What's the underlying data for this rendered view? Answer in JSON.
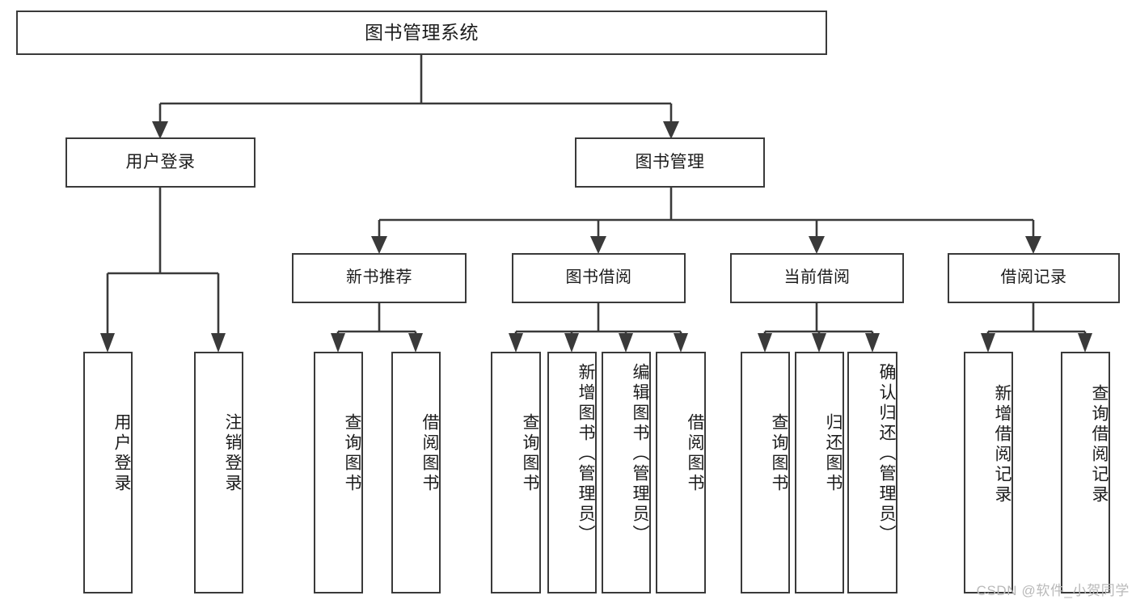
{
  "diagram": {
    "title": "图书管理系统",
    "type": "hierarchy-tree",
    "colors": {
      "border": "#3a3a3a",
      "text": "#1c1c1c",
      "background": "#ffffff",
      "edge": "#3a3a3a",
      "watermark": "#b9b9b9"
    },
    "root": {
      "label": "图书管理系统"
    },
    "level2": [
      {
        "label": "用户登录"
      },
      {
        "label": "图书管理"
      }
    ],
    "level3": [
      {
        "label": "新书推荐"
      },
      {
        "label": "图书借阅"
      },
      {
        "label": "当前借阅"
      },
      {
        "label": "借阅记录"
      }
    ],
    "leaves": {
      "user_login": [
        {
          "label": "用户登录"
        },
        {
          "label": "注销登录"
        }
      ],
      "new_book_recommend": [
        {
          "label": "查询图书"
        },
        {
          "label": "借阅图书"
        }
      ],
      "book_borrow": [
        {
          "label": "查询图书"
        },
        {
          "label": "新增图书（管理员）"
        },
        {
          "label": "编辑图书（管理员）"
        },
        {
          "label": "借阅图书"
        }
      ],
      "current_borrow": [
        {
          "label": "查询图书"
        },
        {
          "label": "归还图书"
        },
        {
          "label": "确认归还（管理员）"
        }
      ],
      "borrow_record": [
        {
          "label": "新增借阅记录"
        },
        {
          "label": "查询借阅记录"
        }
      ]
    }
  },
  "watermark": {
    "text": "CSDN @软件_小贺同学"
  }
}
